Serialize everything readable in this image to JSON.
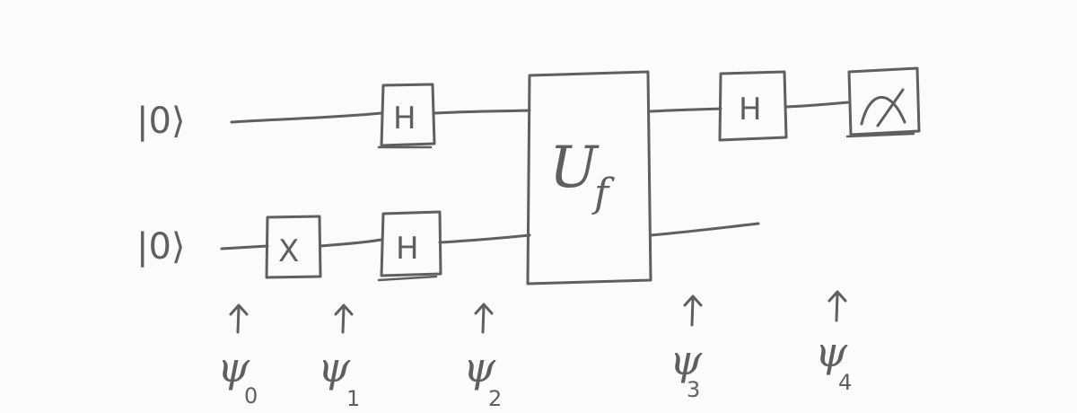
{
  "inputs": {
    "q0": "|0⟩",
    "q1": "|0⟩"
  },
  "gates": {
    "x": "X",
    "h_top_1": "H",
    "h_bottom_1": "H",
    "oracle_main": "U",
    "oracle_sub": "f",
    "h_top_2": "H"
  },
  "states": [
    {
      "symbol": "ψ",
      "index": "0"
    },
    {
      "symbol": "ψ",
      "index": "1"
    },
    {
      "symbol": "ψ",
      "index": "2"
    },
    {
      "symbol": "ψ",
      "index": "3"
    },
    {
      "symbol": "ψ",
      "index": "4"
    }
  ],
  "colors": {
    "ink": "#5f5f5f",
    "background": "#fbfbfb"
  },
  "icons": {
    "measurement": "meter-icon",
    "state_marker": "up-arrow-icon"
  }
}
